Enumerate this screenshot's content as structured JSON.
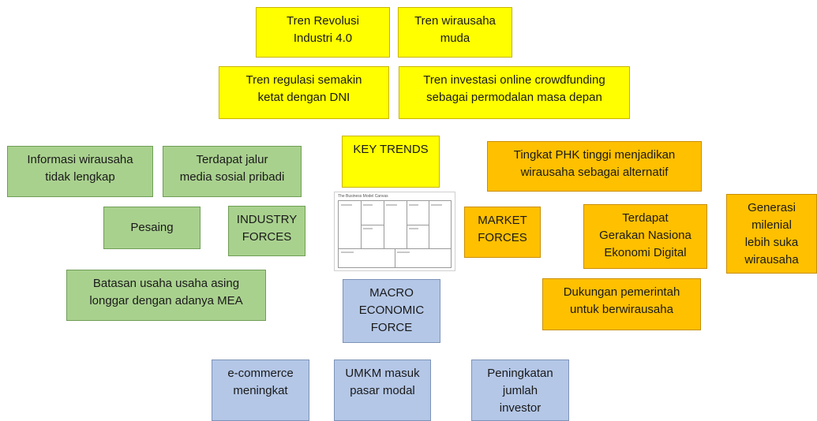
{
  "boxes": {
    "tren_revolusi": "Tren Revolusi\nIndustri 4.0",
    "tren_wirausaha": "Tren wirausaha\nmuda",
    "tren_regulasi": "Tren regulasi semakin\nketat dengan DNI",
    "tren_investasi": "Tren investasi online crowdfunding\nsebagai permodalan masa depan",
    "key_trends": "KEY TRENDS",
    "info_wirausaha": "Informasi wirausaha\ntidak lengkap",
    "jalur_media": "Terdapat jalur\nmedia sosial pribadi",
    "pesaing": "Pesaing",
    "industry_forces": "INDUSTRY\nFORCES",
    "batasan_usaha": "Batasan usaha usaha asing\nlonggar dengan adanya MEA",
    "tingkat_phk": "Tingkat PHK tinggi menjadikan\nwirausaha sebagai alternatif",
    "market_forces": "MARKET\nFORCES",
    "gerakan_nasional": "Terdapat\nGerakan Nasiona\nEkonomi Digital",
    "generasi_milenial": "Generasi\nmilenial\nlebih suka\nwirausaha",
    "dukungan_pemerintah": "Dukungan pemerintah\nuntuk berwirausaha",
    "macro_force": "MACRO\nECONOMIC\nFORCE",
    "ecommerce": "e-commerce\nmeningkat",
    "umkm": "UMKM masuk\npasar modal",
    "investor": "Peningkatan\njumlah\ninvestor"
  },
  "canvas": {
    "title": "The Business Model Canvas"
  },
  "colors": {
    "key_trends": "#ffff00",
    "industry_forces": "#a9d18e",
    "market_forces": "#ffc000",
    "macro_economic_force": "#b4c7e7"
  }
}
